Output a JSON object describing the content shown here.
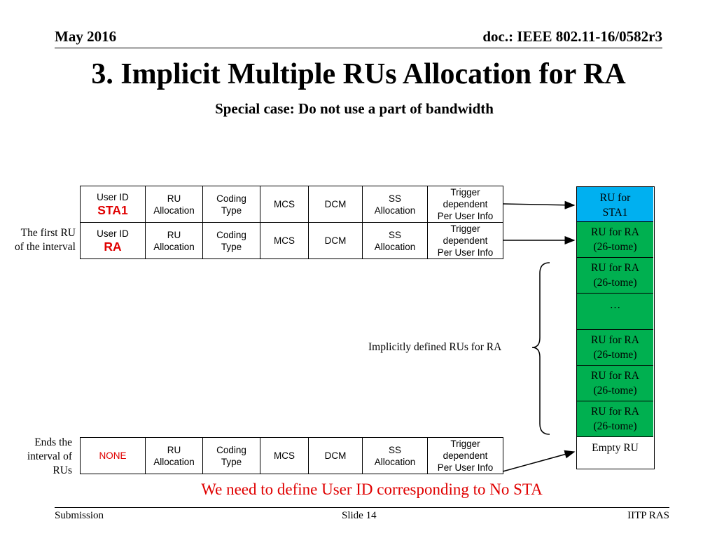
{
  "header": {
    "date": "May 2016",
    "doc": "doc.: IEEE 802.11-16/0582r3"
  },
  "title": "3. Implicit Multiple RUs Allocation for RA",
  "subtitle": "Special case: Do not use a part of bandwidth",
  "rows": [
    {
      "cells": [
        "User ID",
        "STA1",
        "RU\nAllocation",
        "Coding\nType",
        "MCS",
        "DCM",
        "SS\nAllocation",
        "Trigger\ndependent\nPer User Info"
      ]
    },
    {
      "cells": [
        "User ID",
        "RA",
        "RU\nAllocation",
        "Coding\nType",
        "MCS",
        "DCM",
        "SS\nAllocation",
        "Trigger\ndependent\nPer User Info"
      ]
    },
    {
      "cells": [
        "NONE",
        "RU\nAllocation",
        "Coding\nType",
        "MCS",
        "DCM",
        "SS\nAllocation",
        "Trigger\ndependent\nPer User Info"
      ]
    }
  ],
  "labels": {
    "first_ru": "The first RU\nof the interval",
    "ends": "Ends the\ninterval of\nRUs",
    "implicit": "Implicitly defined RUs for RA"
  },
  "ru_column": [
    {
      "label": "RU for\nSTA1",
      "color": "#00b0f0"
    },
    {
      "label": "RU for RA\n(26-tome)",
      "color": "#00b050"
    },
    {
      "label": "RU for RA\n(26-tome)",
      "color": "#00b050"
    },
    {
      "label": "…",
      "color": "#00b050"
    },
    {
      "label": "RU for RA\n(26-tome)",
      "color": "#00b050"
    },
    {
      "label": "RU for RA\n(26-tome)",
      "color": "#00b050"
    },
    {
      "label": "RU for RA\n(26-tome)",
      "color": "#00b050"
    },
    {
      "label": "Empty RU",
      "color": "#ffffff"
    }
  ],
  "note": "We need to define User ID corresponding to No STA",
  "footer": {
    "left": "Submission",
    "center": "Slide 14",
    "right": "IITP RAS"
  }
}
